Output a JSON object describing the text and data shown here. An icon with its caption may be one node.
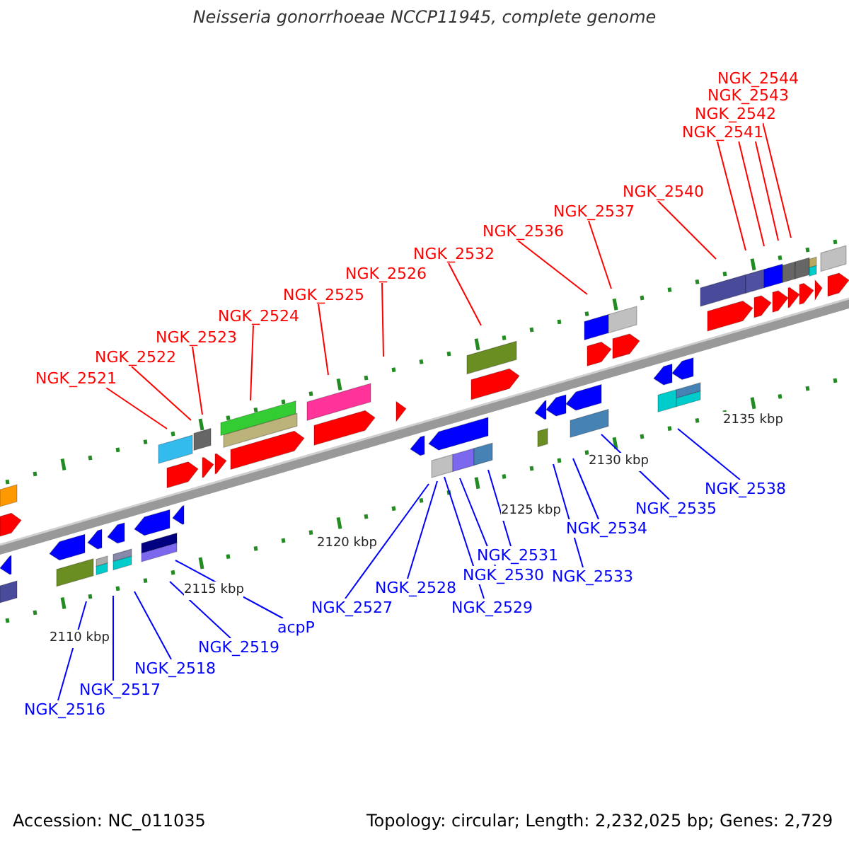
{
  "diagram": {
    "title": "Neisseria gonorrhoeae NCCP11945, complete genome",
    "nodes": [
      {
        "text": [
          "NGK_2521"
        ]
      },
      {
        "text": [
          "NGK_2522"
        ]
      },
      {
        "text": [
          "NGK_2523"
        ]
      },
      {
        "text": [
          "NGK_2524"
        ]
      },
      {
        "text": [
          "NGK_2525"
        ]
      },
      {
        "text": [
          "NGK_2526"
        ]
      },
      {
        "text": [
          "NGK_2532"
        ]
      },
      {
        "text": [
          "NGK_2536"
        ]
      },
      {
        "text": [
          "NGK_2537"
        ]
      },
      {
        "text": [
          "NGK_2540"
        ]
      },
      {
        "text": [
          "NGK_2541"
        ]
      },
      {
        "text": [
          "NGK_2542"
        ]
      },
      {
        "text": [
          "NGK_2543"
        ]
      },
      {
        "text": [
          "NGK_2544"
        ]
      },
      {
        "text": [
          "NGK_2516"
        ]
      },
      {
        "text": [
          "NGK_2517"
        ]
      },
      {
        "text": [
          "NGK_2518"
        ]
      },
      {
        "text": [
          "NGK_2519"
        ]
      },
      {
        "text": [
          "acpP"
        ]
      },
      {
        "text": [
          "NGK_2527"
        ]
      },
      {
        "text": [
          "NGK_2528"
        ]
      },
      {
        "text": [
          "NGK_2529"
        ]
      },
      {
        "text": [
          "NGK_2530"
        ]
      },
      {
        "text": [
          "NGK_2531"
        ]
      },
      {
        "text": [
          "NGK_2533"
        ]
      },
      {
        "text": [
          "NGK_2534"
        ]
      },
      {
        "text": [
          "NGK_2535"
        ]
      },
      {
        "text": [
          "NGK_2538"
        ]
      }
    ],
    "edges": [
      {
        "from": 0,
        "to": null,
        "arrow": "none",
        "color": "#ff0000"
      },
      {
        "from": 1,
        "to": null,
        "arrow": "none",
        "color": "#ff0000"
      },
      {
        "from": 2,
        "to": null,
        "arrow": "none",
        "color": "#ff0000"
      },
      {
        "from": 3,
        "to": null,
        "arrow": "none",
        "color": "#ff0000"
      },
      {
        "from": 4,
        "to": null,
        "arrow": "none",
        "color": "#ff0000"
      },
      {
        "from": 5,
        "to": null,
        "arrow": "none",
        "color": "#ff0000"
      },
      {
        "from": 6,
        "to": null,
        "arrow": "none",
        "color": "#ff0000"
      },
      {
        "from": 7,
        "to": null,
        "arrow": "none",
        "color": "#ff0000"
      },
      {
        "from": 8,
        "to": null,
        "arrow": "none",
        "color": "#ff0000"
      },
      {
        "from": 9,
        "to": null,
        "arrow": "none",
        "color": "#ff0000"
      },
      {
        "from": 10,
        "to": null,
        "arrow": "none",
        "color": "#ff0000"
      },
      {
        "from": 11,
        "to": null,
        "arrow": "none",
        "color": "#ff0000"
      },
      {
        "from": 12,
        "to": null,
        "arrow": "none",
        "color": "#ff0000"
      },
      {
        "from": 13,
        "to": null,
        "arrow": "none",
        "color": "#ff0000"
      },
      {
        "from": 14,
        "to": null,
        "arrow": "none",
        "color": "#0000ff"
      },
      {
        "from": 15,
        "to": null,
        "arrow": "none",
        "color": "#0000ff"
      },
      {
        "from": 16,
        "to": null,
        "arrow": "none",
        "color": "#0000ff"
      },
      {
        "from": 17,
        "to": null,
        "arrow": "none",
        "color": "#0000ff"
      },
      {
        "from": 18,
        "to": null,
        "arrow": "none",
        "color": "#0000ff"
      },
      {
        "from": 19,
        "to": null,
        "arrow": "none",
        "color": "#0000ff"
      },
      {
        "from": 20,
        "to": null,
        "arrow": "none",
        "color": "#0000ff"
      },
      {
        "from": 21,
        "to": null,
        "arrow": "none",
        "color": "#0000ff"
      },
      {
        "from": 22,
        "to": null,
        "arrow": "none",
        "color": "#0000ff"
      },
      {
        "from": 23,
        "to": null,
        "arrow": "none",
        "color": "#0000ff"
      },
      {
        "from": 24,
        "to": null,
        "arrow": "none",
        "color": "#0000ff"
      },
      {
        "from": 25,
        "to": null,
        "arrow": "none",
        "color": "#0000ff"
      },
      {
        "from": 26,
        "to": null,
        "arrow": "none",
        "color": "#0000ff"
      },
      {
        "from": 27,
        "to": null,
        "arrow": "none",
        "color": "#0000ff"
      }
    ],
    "labels": [
      "2110 kbp",
      "2115 kbp",
      "2120 kbp",
      "2125 kbp",
      "2130 kbp",
      "2135 kbp",
      "Accession: NC_011035",
      "Topology: circular; Length: 2,232,025 bp; Genes: 2,729"
    ]
  }
}
